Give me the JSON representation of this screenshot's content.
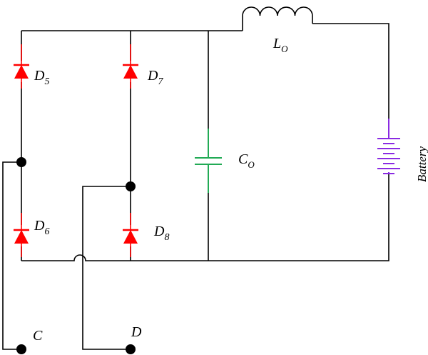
{
  "colors": {
    "wire": "#000000",
    "diode": "#ff0000",
    "capacitor": "#22aa55",
    "battery": "#8a2be2",
    "node": "#000000"
  },
  "labels": {
    "d5": {
      "main": "D",
      "sub": "5"
    },
    "d7": {
      "main": "D",
      "sub": "7"
    },
    "d6": {
      "main": "D",
      "sub": "6"
    },
    "d8": {
      "main": "D",
      "sub": "8"
    },
    "lo": {
      "main": "L",
      "sub": "O"
    },
    "co": {
      "main": "C",
      "sub": "O"
    },
    "battery": "Battery",
    "c": "C",
    "d": "D"
  }
}
